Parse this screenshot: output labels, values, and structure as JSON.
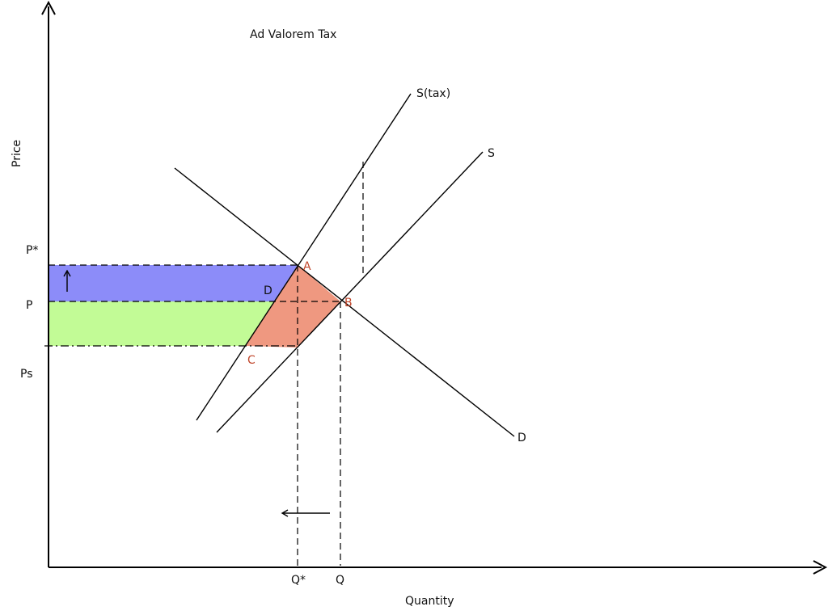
{
  "title": "Ad Valorem Tax",
  "axes": {
    "x_label": "Quantity",
    "y_label": "Price"
  },
  "curves": {
    "supply_tax_label": "S(tax)",
    "supply_label": "S",
    "demand_label": "D"
  },
  "price_labels": {
    "p_star": "P*",
    "p": "P",
    "ps": "Ps"
  },
  "quantity_labels": {
    "q_star": "Q*",
    "q": "Q"
  },
  "points": {
    "a": "A",
    "b": "B",
    "c": "C",
    "d": "D"
  },
  "colors": {
    "consumer_tax_area": "#8c8cf9",
    "producer_tax_area": "#c2fb96",
    "deadweight_loss": "#ef9880",
    "point_label": "#c0452a",
    "line": "#000000"
  }
}
